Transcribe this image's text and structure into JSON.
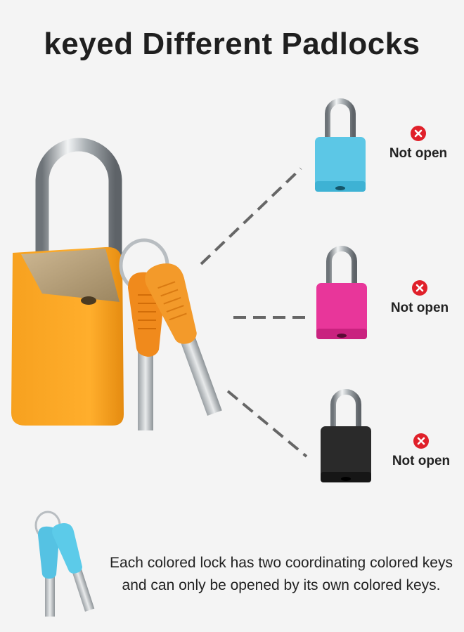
{
  "title": "keyed Different Padlocks",
  "locks": [
    {
      "name": "blue",
      "status": "Not open",
      "color": "#5cc7e6"
    },
    {
      "name": "pink",
      "status": "Not open",
      "color": "#e8369a"
    },
    {
      "name": "black",
      "status": "Not open",
      "color": "#262626"
    }
  ],
  "main_lock_color": "#f7a11f",
  "key_color": "#f08a1c",
  "blue_key_color": "#55c2e3",
  "status_icon": "x-circle-icon",
  "status_icon_color": "#e0202a",
  "caption": {
    "line1": "Each colored lock has two coordinating colored keys",
    "line2": "and can only be opened by its own colored keys."
  }
}
